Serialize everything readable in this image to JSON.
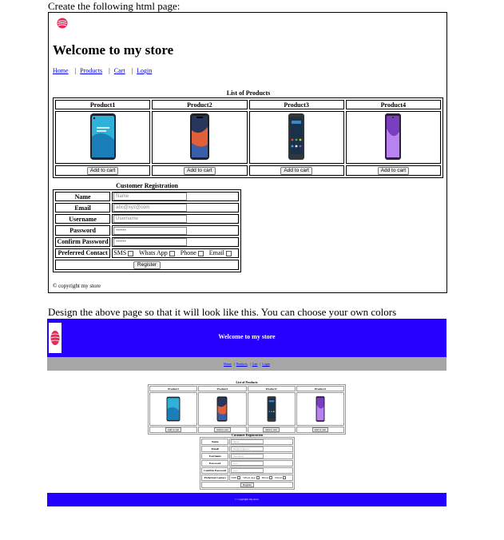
{
  "instructions": {
    "create": "Create the following html page:",
    "design": "Design the above page so that it will look like this. You can choose your own colors"
  },
  "colors": {
    "accent": "#2600ff",
    "nav_bg": "#a6a6a6"
  },
  "store": {
    "title": "Welcome to my store",
    "nav": [
      "Home",
      "Products",
      "Cart",
      "Login"
    ],
    "products_caption": "List of Products",
    "products": [
      {
        "name": "Product1",
        "icon": "oneplus-phone-icon",
        "button": "Add to cart"
      },
      {
        "name": "Product2",
        "icon": "iphone-icon",
        "button": "Add to cart"
      },
      {
        "name": "Product3",
        "icon": "android-phone-icon",
        "button": "Add to cart"
      },
      {
        "name": "Product4",
        "icon": "purple-phone-icon",
        "button": "Add to cart"
      }
    ],
    "registration": {
      "caption": "Customer Registration",
      "fields": [
        {
          "label": "Name",
          "placeholder": "Name"
        },
        {
          "label": "Email",
          "placeholder": "abc@xyz@com"
        },
        {
          "label": "Username",
          "placeholder": "Username"
        },
        {
          "label": "Password",
          "placeholder": "••••••"
        },
        {
          "label": "Confirm Password",
          "placeholder": "••••••"
        }
      ],
      "contact_label": "Preferred Contact",
      "contact_options": [
        "SMS",
        "Whats App",
        "Phone",
        "Email"
      ],
      "register_button": "Register"
    },
    "copyright": "© copyright my store"
  }
}
